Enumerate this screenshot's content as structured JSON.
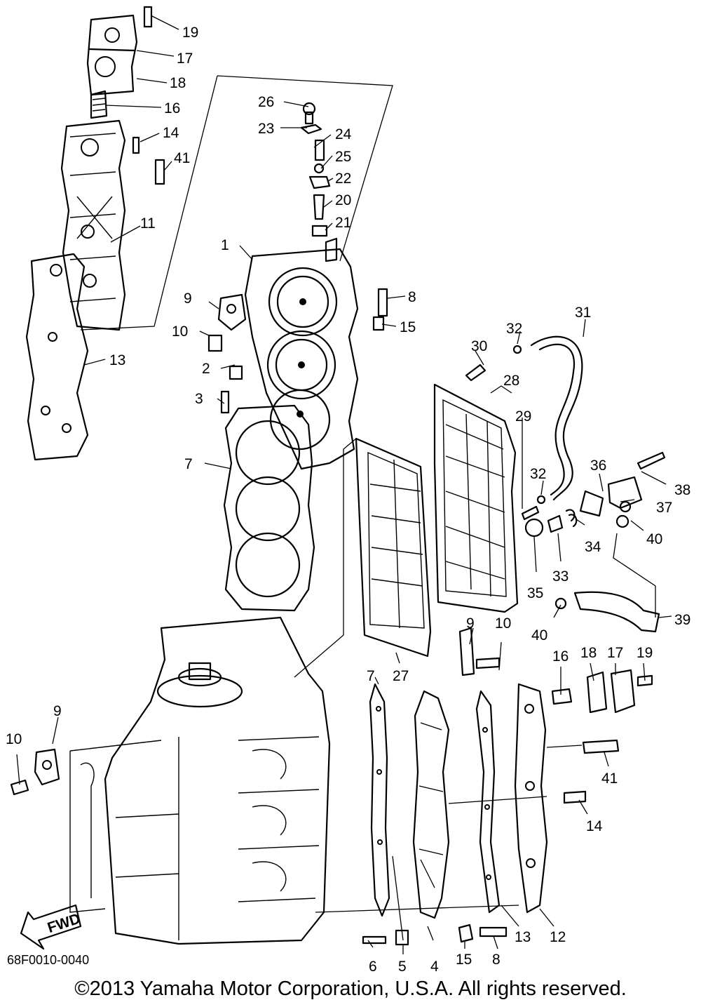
{
  "diagram_code": "68F0010-0040",
  "copyright": "©2013 Yamaha Motor Corporation, U.S.A. All rights reserved.",
  "fwd_label": "FWD",
  "callouts": {
    "c1": "1",
    "c2": "2",
    "c3": "3",
    "c4": "4",
    "c5": "5",
    "c6": "6",
    "c7a": "7",
    "c7b": "7",
    "c8a": "8",
    "c8b": "8",
    "c9a": "9",
    "c9b": "9",
    "c9c": "9",
    "c10a": "10",
    "c10b": "10",
    "c10c": "10",
    "c11": "11",
    "c12": "12",
    "c13a": "13",
    "c13b": "13",
    "c14a": "14",
    "c14b": "14",
    "c15a": "15",
    "c15b": "15",
    "c16a": "16",
    "c16b": "16",
    "c17a": "17",
    "c17b": "17",
    "c18a": "18",
    "c18b": "18",
    "c19a": "19",
    "c19b": "19",
    "c20": "20",
    "c21": "21",
    "c22": "22",
    "c23": "23",
    "c24": "24",
    "c25": "25",
    "c26": "26",
    "c27": "27",
    "c28": "28",
    "c29": "29",
    "c30": "30",
    "c31": "31",
    "c32a": "32",
    "c32b": "32",
    "c33": "33",
    "c34": "34",
    "c35": "35",
    "c36": "36",
    "c37": "37",
    "c38": "38",
    "c39": "39",
    "c40a": "40",
    "c40b": "40",
    "c41a": "41",
    "c41b": "41"
  }
}
